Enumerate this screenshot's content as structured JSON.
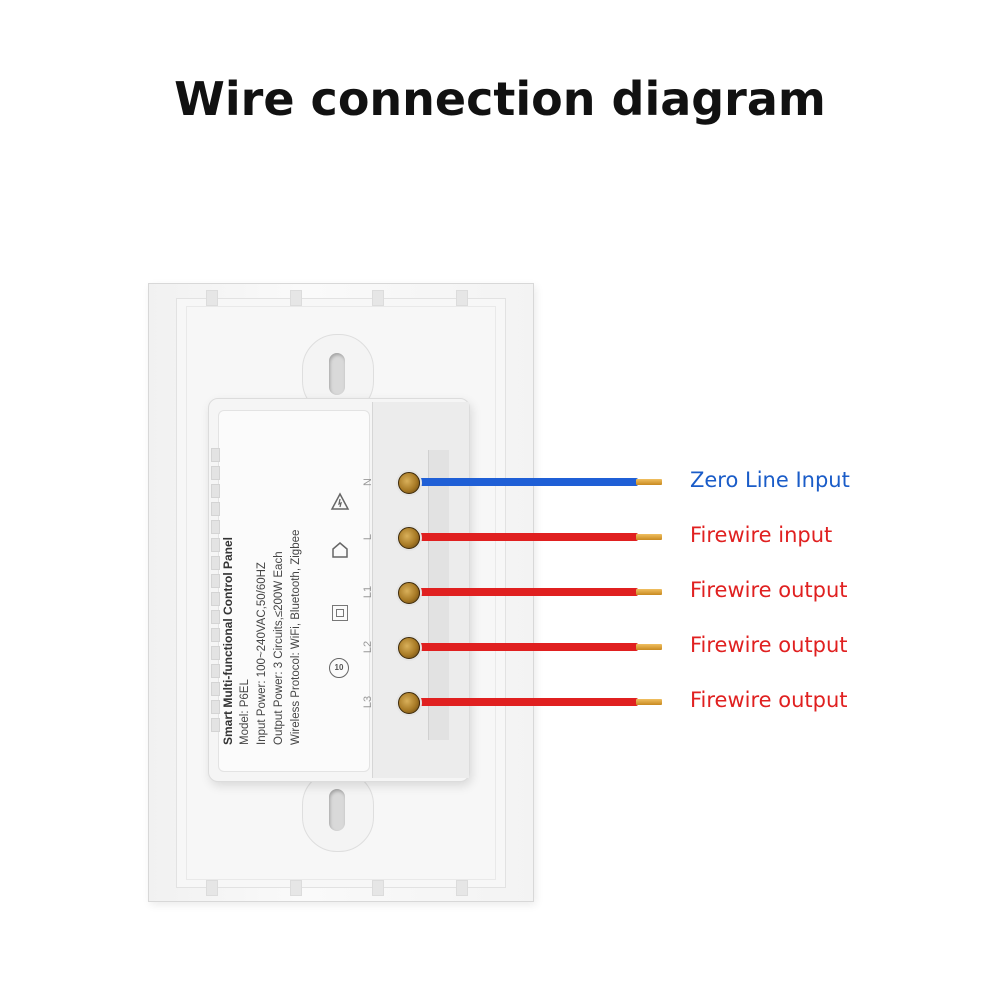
{
  "title": "Wire connection diagram",
  "colors": {
    "neutral_wire": "#1f5fd6",
    "live_wire": "#e02020",
    "neutral_label": "#1a5cc8",
    "live_label": "#e02020"
  },
  "module_label": {
    "line1": "Smart Multi-functional Control Panel",
    "line2": "Model: P6EL",
    "line3": "Input Power: 100~240VAC,50/60HZ",
    "line4": "Output Power: 3 Circuits,≤200W Each",
    "line5": "Wireless Protocol: WiFi, Bluetooth, Zigbee"
  },
  "terminals": [
    {
      "letter": "N",
      "wire": "blue",
      "label": "Zero Line Input"
    },
    {
      "letter": "L",
      "wire": "red",
      "label": "Firewire input"
    },
    {
      "letter": "L1",
      "wire": "red",
      "label": "Firewire output"
    },
    {
      "letter": "L2",
      "wire": "red",
      "label": "Firewire output"
    },
    {
      "letter": "L3",
      "wire": "red",
      "label": "Firewire output"
    }
  ],
  "icons": [
    "warning-triangle-icon",
    "house-icon",
    "double-square-icon",
    "certification-icon"
  ]
}
